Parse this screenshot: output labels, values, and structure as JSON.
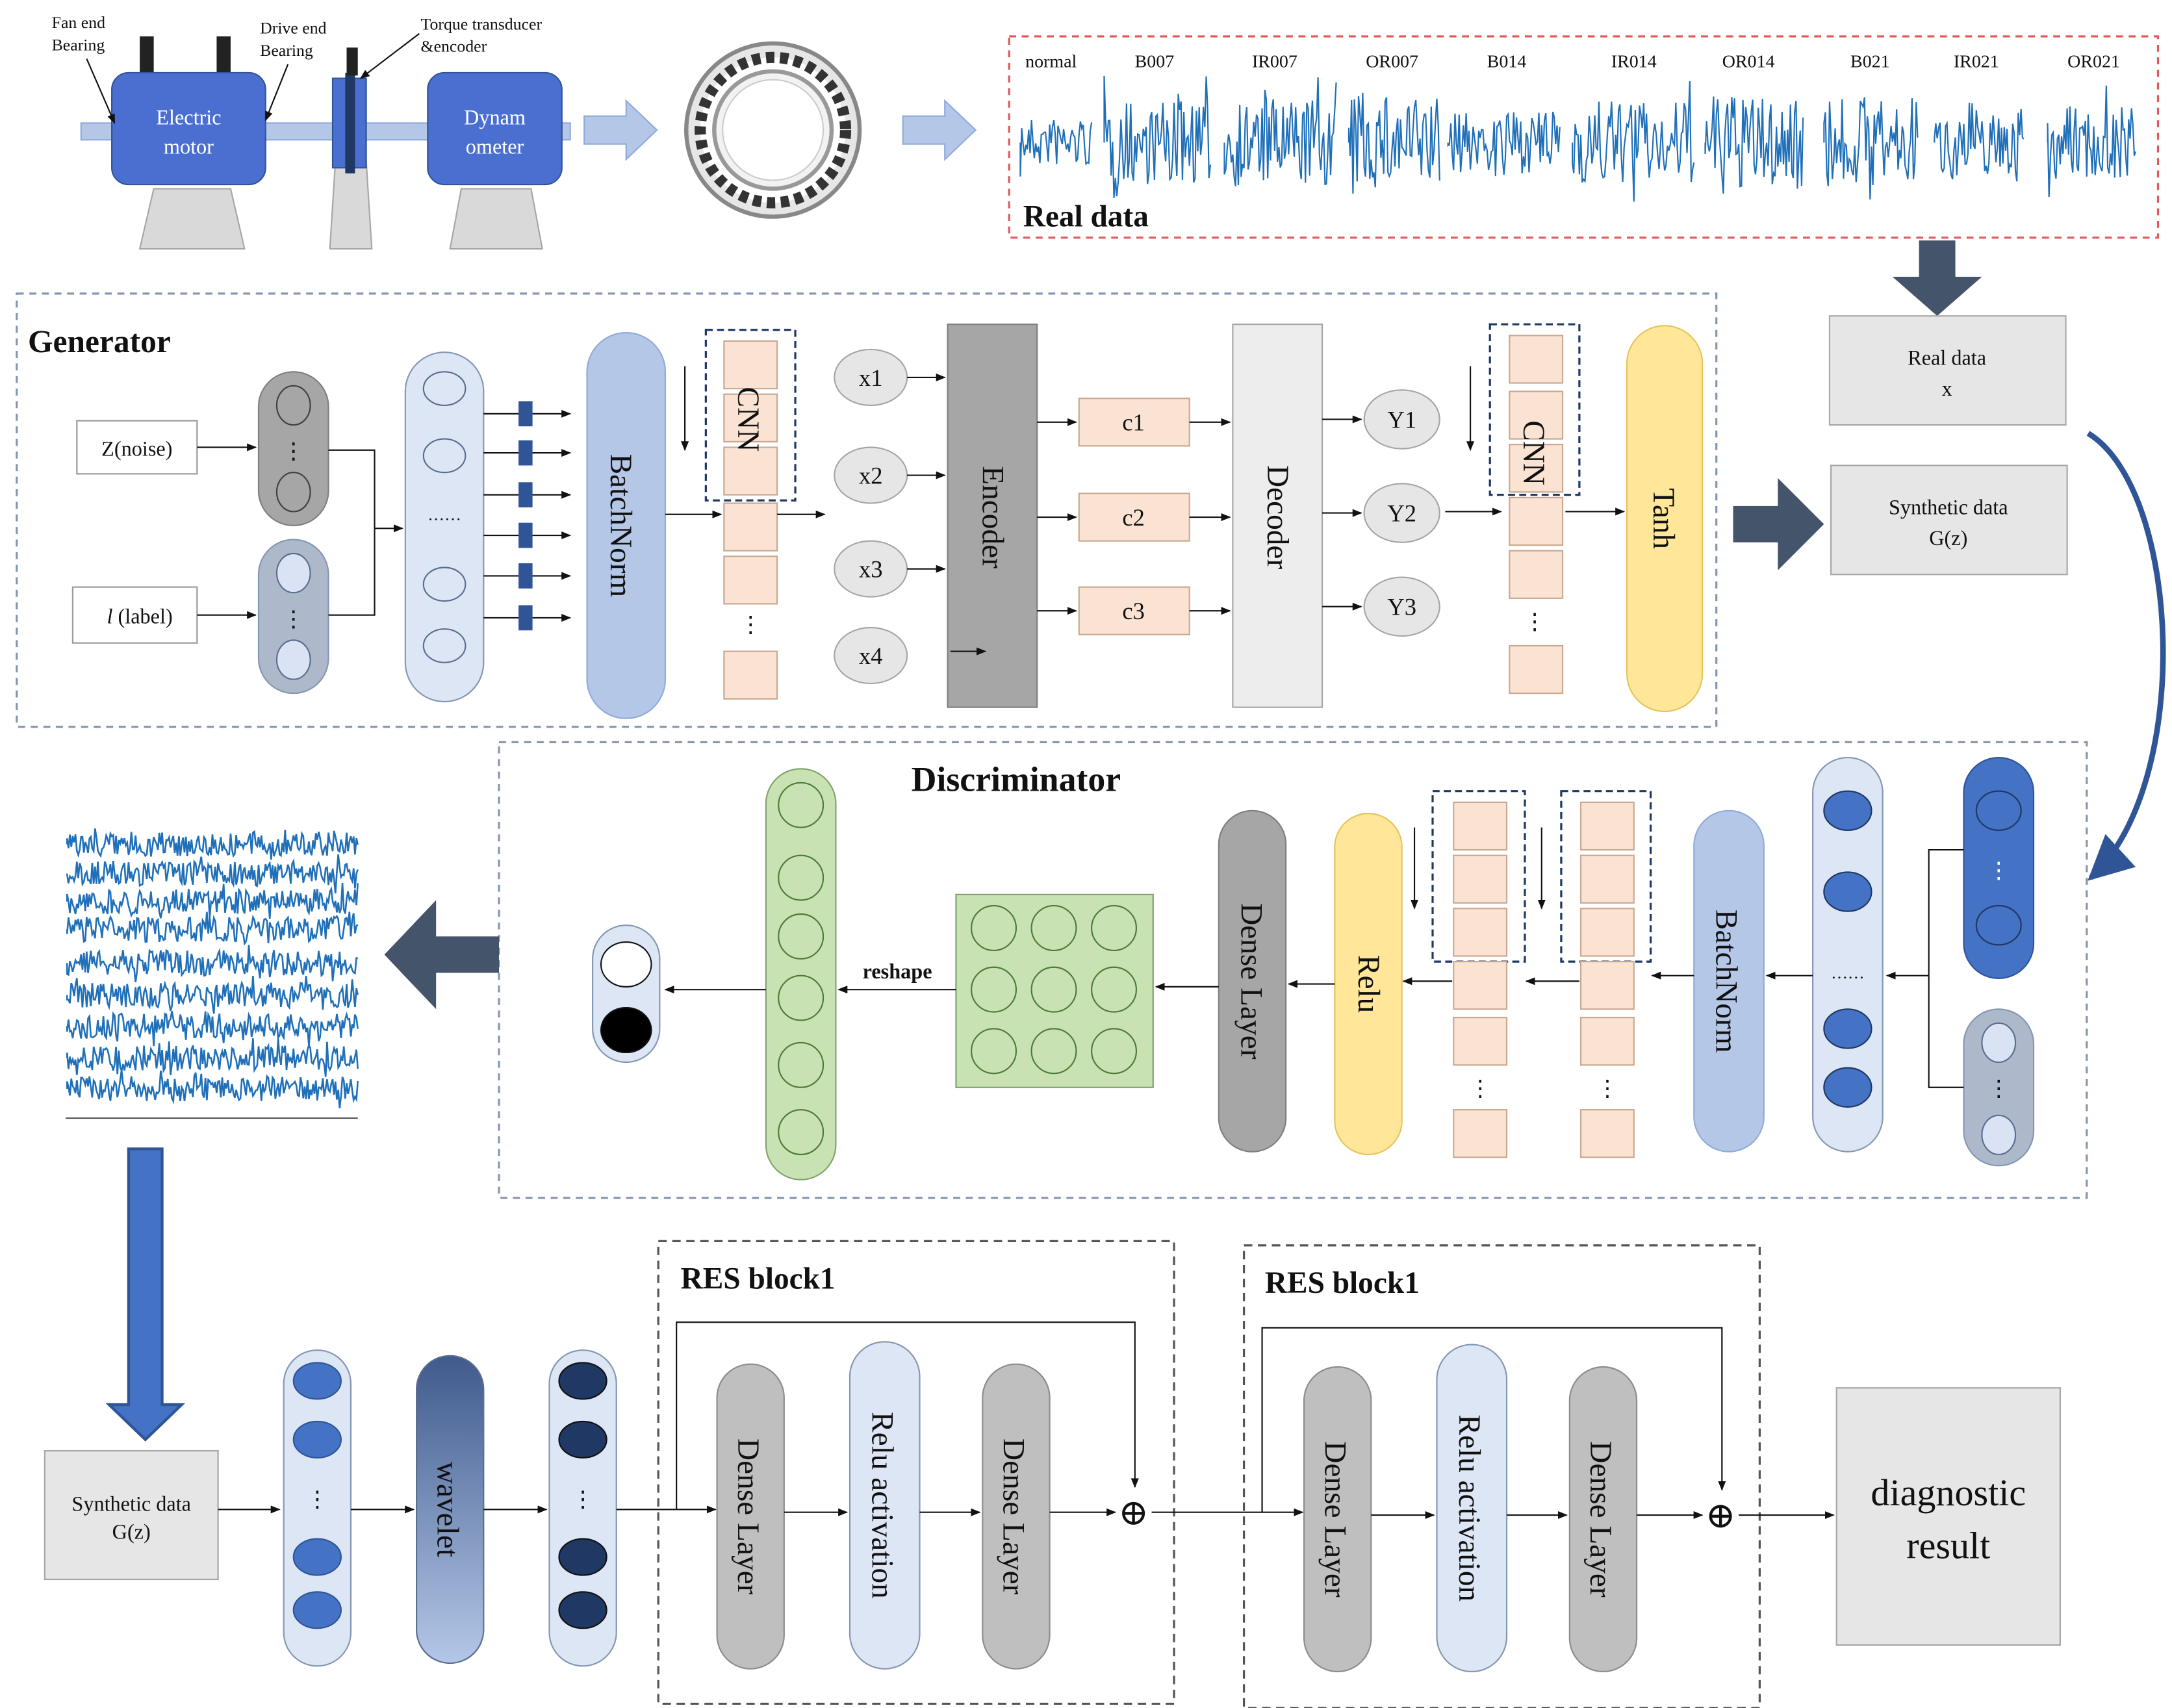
{
  "testbench": {
    "fan_end_label_1": "Fan end",
    "fan_end_label_2": "Bearing",
    "drive_end_label_1": "Drive end",
    "drive_end_label_2": "Bearing",
    "torque_label_1": "Torque transducer",
    "torque_label_2": "&encoder",
    "motor_label_1": "Electric",
    "motor_label_2": "motor",
    "dyn_label_1": "Dynam",
    "dyn_label_2": "ometer"
  },
  "real_data": {
    "title": "Real data",
    "classes": [
      "normal",
      "B007",
      "IR007",
      "OR007",
      "B014",
      "IR014",
      "OR014",
      "B021",
      "IR021",
      "OR021"
    ]
  },
  "generator": {
    "title": "Generator",
    "noise_label": "Z(noise)",
    "label_input": "(label)",
    "label_input_italic": "l",
    "batchnorm": "BatchNorm",
    "cnn": "CNN",
    "x_nodes": [
      "x1",
      "x2",
      "x3",
      "x4"
    ],
    "encoder": "Encoder",
    "c_nodes": [
      "c1",
      "c2",
      "c3"
    ],
    "decoder": "Decoder",
    "y_nodes": [
      "Y1",
      "Y2",
      "Y3"
    ],
    "cnn2": "CNN",
    "tanh": "Tanh"
  },
  "side_boxes": {
    "real_1": "Real data",
    "real_2": "x",
    "synth_1": "Synthetic data",
    "synth_2": "G(z)"
  },
  "discriminator": {
    "title": "Discriminator",
    "batchnorm": "BatchNorm",
    "relu": "Relu",
    "dense": "Dense Layer",
    "reshape": "reshape"
  },
  "bottom": {
    "synth_1": "Synthetic data",
    "synth_2": "G(z)",
    "wavelet": "wavelet",
    "res_block_1_title": "RES block1",
    "res_block_2_title": "RES block1",
    "dense": "Dense Layer",
    "relu_act": "Relu activation",
    "diag_1": "diagnostic",
    "diag_2": "result",
    "plus": "⊕"
  },
  "dots": {
    "vertical": "⋮",
    "ellipsis": "……"
  },
  "colors": {
    "accent_blue": "#4472C4",
    "motor_blue": "#4A6FD1",
    "signal_blue": "#1F6FB9",
    "light_blue": "#DDE6F5",
    "peach": "#FBE3D3",
    "green": "#C9E2B4",
    "yellow": "#FFE699",
    "gray": "#A6A6A6",
    "dark_arrow": "#44546A",
    "red_dash": "#E05A5A"
  }
}
